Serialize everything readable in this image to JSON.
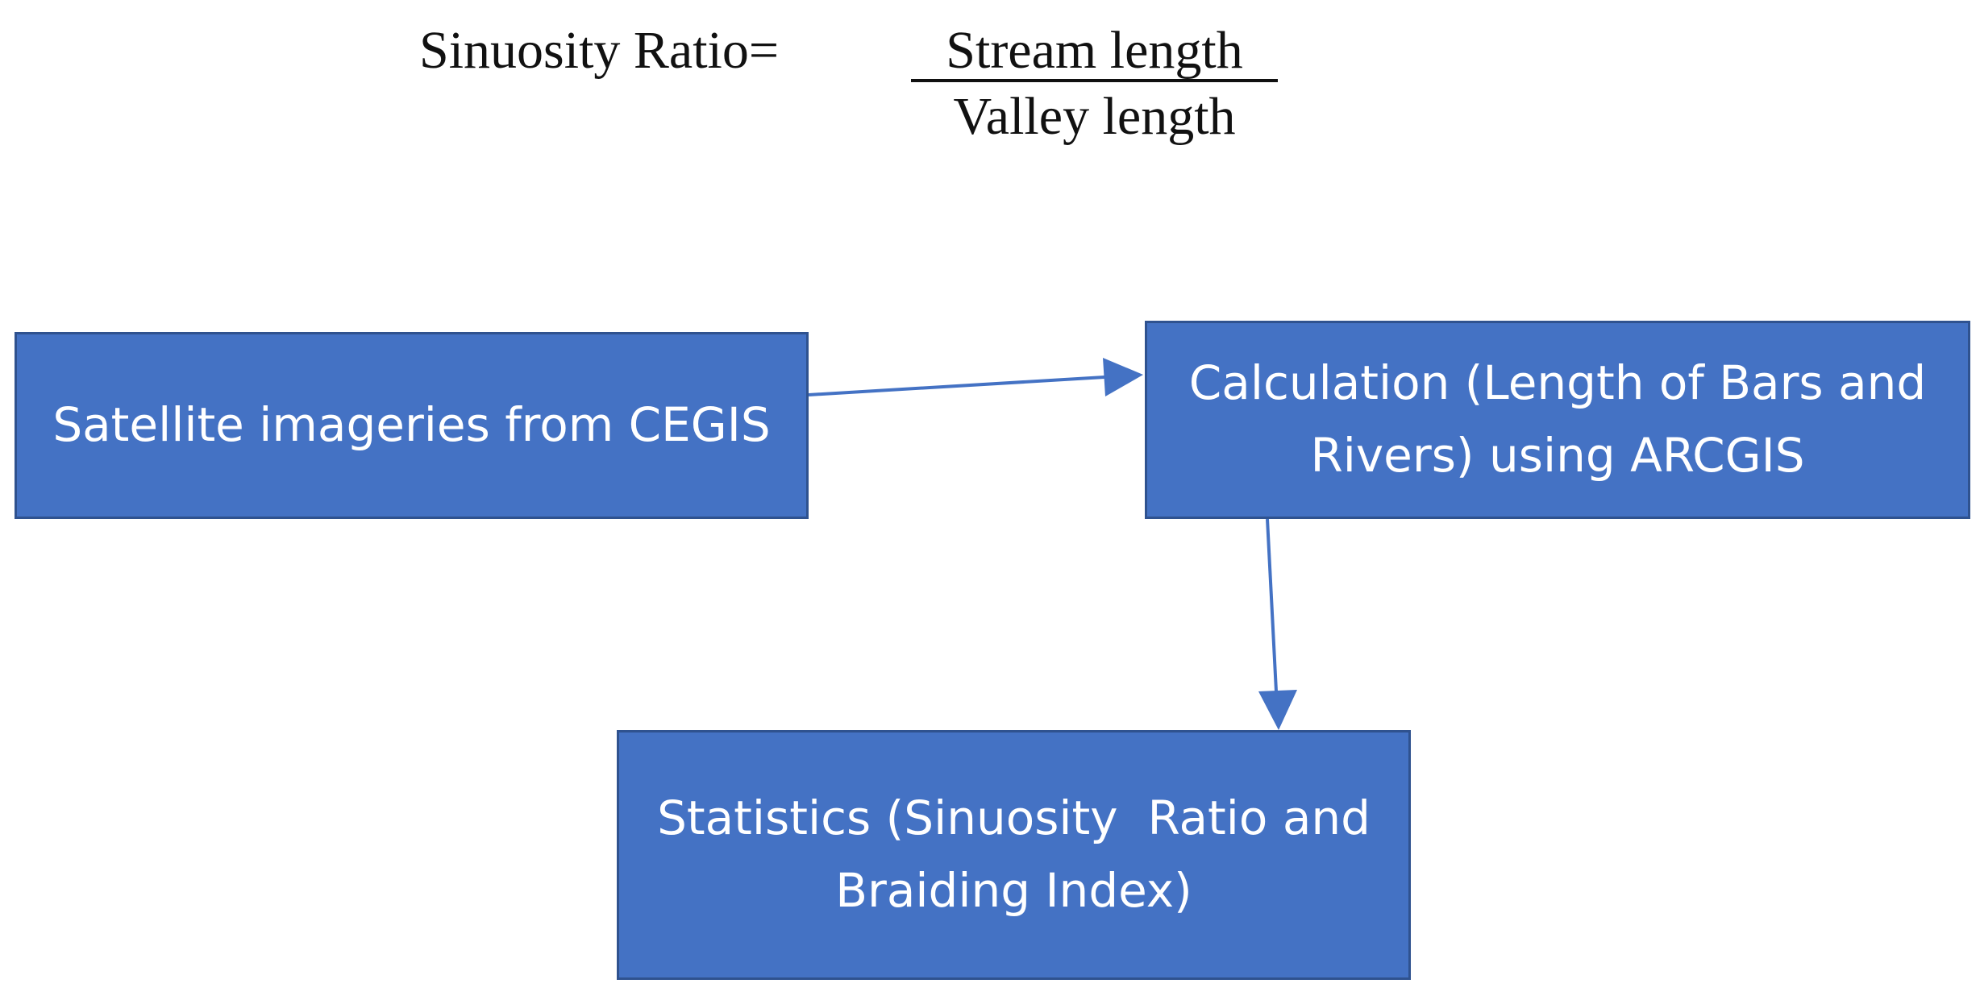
{
  "formula": {
    "label": "Sinuosity Ratio=",
    "numerator": "Stream length",
    "denominator": "Valley length"
  },
  "boxes": {
    "satellite": "Satellite imageries from CEGIS",
    "calculation": "Calculation (Length of Bars and Rivers) using ARCGIS",
    "statistics": "Statistics (Sinuosity  Ratio and Braiding Index)"
  },
  "colors": {
    "box_fill": "#4472c4",
    "box_border": "#2f528f",
    "box_text": "#ffffff",
    "connector": "#4472c4"
  }
}
